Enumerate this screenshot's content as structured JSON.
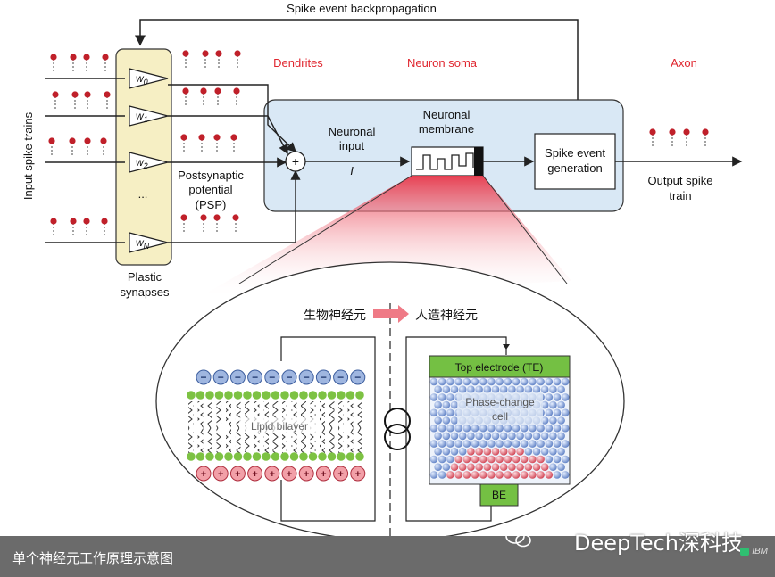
{
  "diagram": {
    "top_label": "Spike event backpropagation",
    "input_trains_label": "Input spike trains",
    "dendrites_label": "Dendrites",
    "soma_label": "Neuron soma",
    "axon_label": "Axon",
    "weights": [
      "w0",
      "w1",
      "w2",
      "wN"
    ],
    "weight_subs": [
      "0",
      "1",
      "2",
      "N"
    ],
    "ellipsis": "...",
    "plastic_label": [
      "Plastic",
      "synapses"
    ],
    "psp_label": [
      "Postsynaptic",
      "potential",
      "(PSP)"
    ],
    "neuronal_input_label": [
      "Neuronal",
      "input"
    ],
    "current_symbol": "I",
    "membrane_label": [
      "Neuronal",
      "membrane"
    ],
    "spike_gen_label": [
      "Spike event",
      "generation"
    ],
    "output_label": [
      "Output spike",
      "train"
    ],
    "bio_label": "生物神经元",
    "artificial_label": "人造神经元",
    "lipid_label": "Lipid bilayer",
    "top_electrode_label": "Top electrode (TE)",
    "phase_change_label": [
      "Phase-change",
      "cell"
    ],
    "be_label": "BE",
    "minus_sign": "−",
    "plus_sign": "+",
    "sum_symbol": "+"
  },
  "caption": {
    "text": "单个神经元工作原理示意图",
    "brand": "DeepTech深科技",
    "watermark": "IBM"
  },
  "colors": {
    "spike_red": "#c0202a",
    "synapse_fill": "#f6efc4",
    "soma_fill": "#d9e8f5",
    "red_label": "#e0262f",
    "electrode_green": "#74c043",
    "minus_blue": "#5a7fc0",
    "plus_red": "#e05860",
    "caption_bg": "#6b6b6b"
  }
}
